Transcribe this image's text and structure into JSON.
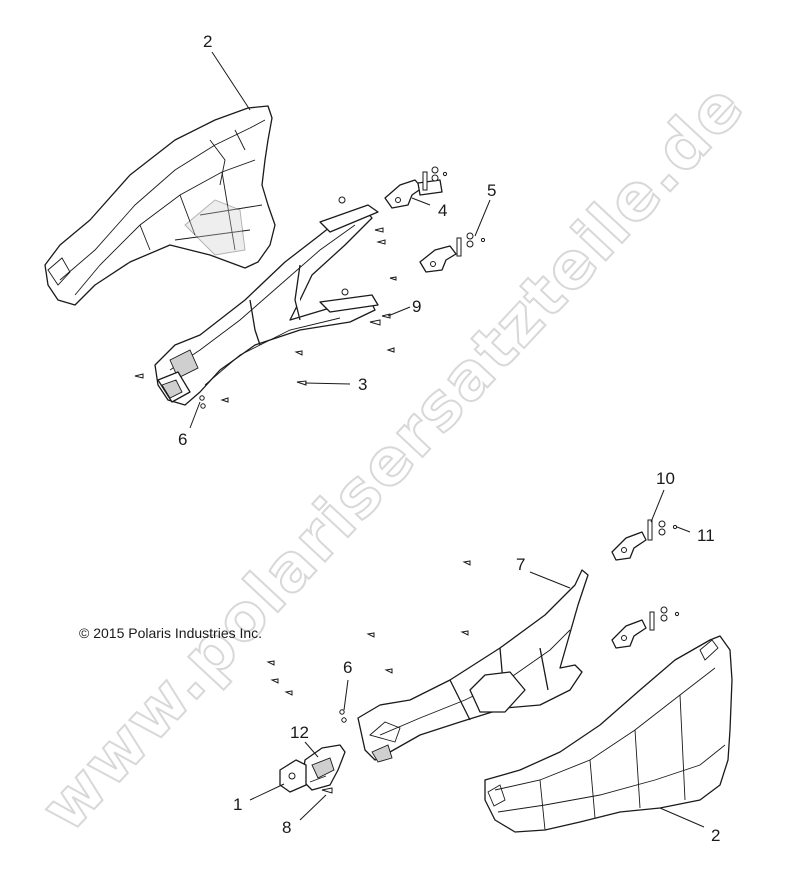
{
  "watermark": "www.polarisersatzteile.de",
  "copyright": "© 2015 Polaris Industries Inc.",
  "callouts": {
    "top_2": "2",
    "top_4": "4",
    "top_5": "5",
    "top_9": "9",
    "top_3": "3",
    "top_6": "6",
    "bot_10": "10",
    "bot_11": "11",
    "bot_7": "7",
    "bot_6": "6",
    "bot_12": "12",
    "bot_1": "1",
    "bot_8": "8",
    "bot_2": "2"
  }
}
